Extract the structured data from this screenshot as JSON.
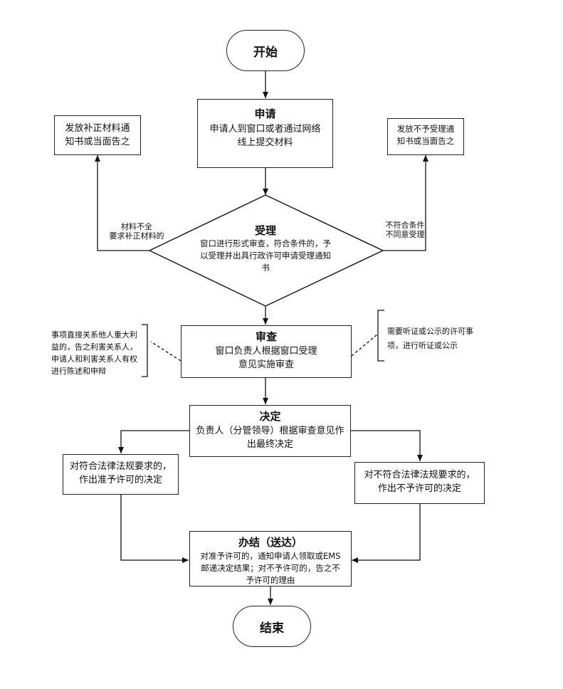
{
  "start": "开始",
  "apply": {
    "title": "申请",
    "text": "申请人到窗口或者通过网络线上提交材料"
  },
  "left_notice": "发放补正材料通知书或当面告之",
  "right_notice": "发放不予受理通知书或当面告之",
  "accept": {
    "title": "受理",
    "text": "窗口进行形式审查，符合条件的，予以受理并出具行政许可申请受理通知书"
  },
  "label_left": [
    "材料不全",
    "要求补正材料的"
  ],
  "label_right": [
    "不符合条件",
    "不同意受理"
  ],
  "review": {
    "title": "审查",
    "text": "窗口负责人根据窗口受理意见实施审查"
  },
  "note_left": "事项直接关系他人重大利益的，告之利害关系人，申请人和利害关系人有权进行陈述和申辩",
  "note_right": "需要听证或公示的许可事项，进行听证或公示",
  "decide": {
    "title": "决定",
    "text": "负责人（分管领导）根据审查意见作出最终决定"
  },
  "approve": "对符合法律法规要求的，作出准予许可的决定",
  "reject": "对不符合法律法规要求的，作出不予许可的决定",
  "finish": {
    "title": "办结（送达）",
    "text": "对准予许可的，通知申请人领取或EMS邮递决定结果；对不予许可的，告之不予许可的理由"
  },
  "end": "结束"
}
